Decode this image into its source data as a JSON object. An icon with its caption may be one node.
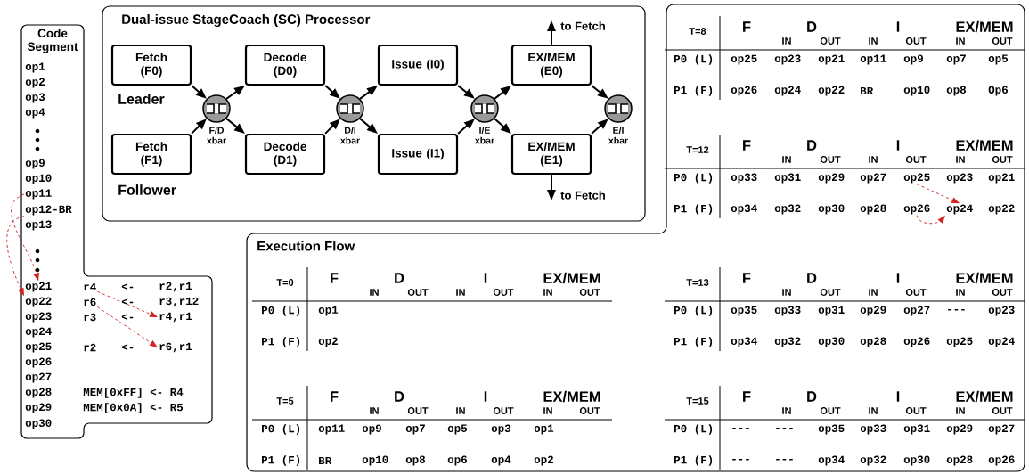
{
  "diagram": {
    "nodes": [
      {
        "text": [
          "Code Segment"
        ]
      },
      {
        "text": [
          "op1"
        ],
        "in": 0
      },
      {
        "text": [
          "op2"
        ],
        "in": 0
      },
      {
        "text": [
          "op3"
        ],
        "in": 0
      },
      {
        "text": [
          "op4"
        ],
        "in": 0
      },
      {
        "text": [
          "op9"
        ],
        "in": 0
      },
      {
        "text": [
          "op10"
        ],
        "in": 0
      },
      {
        "text": [
          "op11"
        ],
        "in": 0
      },
      {
        "text": [
          "op12-BR"
        ],
        "in": 0
      },
      {
        "text": [
          "op13"
        ],
        "in": 0
      },
      {
        "text": [
          "op21"
        ],
        "in": 0
      },
      {
        "text": [
          "op22"
        ],
        "in": 0
      },
      {
        "text": [
          "op23"
        ],
        "in": 0
      },
      {
        "text": [
          "op24"
        ],
        "in": 0
      },
      {
        "text": [
          "op25"
        ],
        "in": 0
      },
      {
        "text": [
          "op26"
        ],
        "in": 0
      },
      {
        "text": [
          "op27"
        ],
        "in": 0
      },
      {
        "text": [
          "op28"
        ],
        "in": 0
      },
      {
        "text": [
          "op29"
        ],
        "in": 0
      },
      {
        "text": [
          "op30"
        ],
        "in": 0
      },
      {
        "text": [
          "r4"
        ],
        "in": 0
      },
      {
        "text": [
          "r6"
        ],
        "in": 0
      },
      {
        "text": [
          "r4,r1"
        ],
        "in": 0
      },
      {
        "text": [
          "r6,r1"
        ],
        "in": 0
      },
      {
        "text": [
          "Dual-issue StageCoach (SC) Processor"
        ]
      },
      {
        "text": [
          "Fetch (F0)"
        ],
        "in": 24
      },
      {
        "text": [
          "Decode (D0)"
        ],
        "in": 24
      },
      {
        "text": [
          "Issue (I0)"
        ],
        "in": 24
      },
      {
        "text": [
          "EX/MEM (E0)"
        ],
        "in": 24
      },
      {
        "text": [
          "Fetch (F1)"
        ],
        "in": 24
      },
      {
        "text": [
          "Decode (D1)"
        ],
        "in": 24
      },
      {
        "text": [
          "Issue (I1)"
        ],
        "in": 24
      },
      {
        "text": [
          "EX/MEM (E1)"
        ],
        "in": 24
      },
      {
        "text": [],
        "shape": "circle",
        "beside": [
          "F/D xbar"
        ],
        "in": 24
      },
      {
        "text": [],
        "shape": "circle",
        "beside": [
          "D/I xbar"
        ],
        "in": 24
      },
      {
        "text": [],
        "shape": "circle",
        "beside": [
          "I/E xbar"
        ],
        "in": 24
      },
      {
        "text": [],
        "shape": "circle",
        "beside": [
          "E/I xbar"
        ],
        "in": 24
      },
      {
        "text": [
          "to Fetch"
        ],
        "in": 24
      },
      {
        "text": [
          "to Fetch"
        ],
        "in": 24
      },
      {
        "text": [
          "Execution Flow"
        ]
      },
      {
        "text": [
          "op25"
        ],
        "in": 39
      },
      {
        "text": [
          "op26"
        ],
        "in": 39
      },
      {
        "text": [
          "op24"
        ],
        "in": 39
      }
    ],
    "edges": [
      {
        "from": 7,
        "to": 10,
        "arrow": "to",
        "style": "dashed",
        "color": "#d42020"
      },
      {
        "from": 8,
        "to": 11,
        "arrow": "to",
        "style": "dashed",
        "color": "#d42020"
      },
      {
        "from": 20,
        "to": 22,
        "arrow": "to",
        "style": "dashed",
        "color": "#d42020"
      },
      {
        "from": 21,
        "to": 23,
        "arrow": "to",
        "style": "dashed",
        "color": "#d42020"
      },
      {
        "from": 25,
        "to": 33,
        "arrow": "to"
      },
      {
        "from": 29,
        "to": 33,
        "arrow": "to"
      },
      {
        "from": 33,
        "to": 26,
        "arrow": "to"
      },
      {
        "from": 33,
        "to": 30,
        "arrow": "to"
      },
      {
        "from": 26,
        "to": 34,
        "arrow": "to"
      },
      {
        "from": 30,
        "to": 34,
        "arrow": "to"
      },
      {
        "from": 34,
        "to": 27,
        "arrow": "to"
      },
      {
        "from": 34,
        "to": 31,
        "arrow": "to"
      },
      {
        "from": 27,
        "to": 35,
        "arrow": "to"
      },
      {
        "from": 31,
        "to": 35,
        "arrow": "to"
      },
      {
        "from": 35,
        "to": 28,
        "arrow": "to"
      },
      {
        "from": 35,
        "to": 32,
        "arrow": "to"
      },
      {
        "from": 28,
        "to": 36,
        "arrow": "to"
      },
      {
        "from": 32,
        "to": 36,
        "arrow": "to"
      },
      {
        "from": 28,
        "to": 37,
        "arrow": "to"
      },
      {
        "from": 32,
        "to": 38,
        "arrow": "to"
      },
      {
        "from": 40,
        "to": 42,
        "arrow": "to",
        "style": "dashed",
        "color": "#d42020"
      },
      {
        "from": 41,
        "to": 42,
        "arrow": "to",
        "style": "dashed",
        "color": "#d42020"
      }
    ],
    "labels": [
      "<-",
      "r2,r1",
      "<-",
      "r3,r12",
      "r3",
      "<-",
      "r2",
      "<-",
      "MEM[0xFF] <- R4",
      "MEM[0x0A] <- R5",
      "Leader",
      "Follower",
      "T=8",
      "F",
      "D",
      "I",
      "EX/MEM",
      "IN",
      "OUT",
      "IN",
      "OUT",
      "IN",
      "OUT",
      "P0 (L)",
      "op25",
      "op23",
      "op21",
      "op11",
      "op9",
      "op7",
      "op5",
      "P1 (F)",
      "op26",
      "op24",
      "op22",
      "BR",
      "op10",
      "op8",
      "Op6",
      "T=12",
      "F",
      "D",
      "I",
      "EX/MEM",
      "IN",
      "OUT",
      "IN",
      "OUT",
      "IN",
      "OUT",
      "P0 (L)",
      "op33",
      "op31",
      "op29",
      "op27",
      "op23",
      "op21",
      "P1 (F)",
      "op34",
      "op32",
      "op30",
      "op28",
      "op22",
      "T=0",
      "F",
      "D",
      "I",
      "EX/MEM",
      "IN",
      "OUT",
      "IN",
      "OUT",
      "IN",
      "OUT",
      "P0 (L)",
      "op1",
      "P1 (F)",
      "op2",
      "T=5",
      "F",
      "D",
      "I",
      "EX/MEM",
      "IN",
      "OUT",
      "IN",
      "OUT",
      "IN",
      "OUT",
      "P0 (L)",
      "op11",
      "op9",
      "op7",
      "op5",
      "op3",
      "op1",
      "P1 (F)",
      "BR",
      "op10",
      "op8",
      "op6",
      "op4",
      "op2",
      "T=13",
      "F",
      "D",
      "I",
      "EX/MEM",
      "IN",
      "OUT",
      "IN",
      "OUT",
      "IN",
      "OUT",
      "P0 (L)",
      "op35",
      "op33",
      "op31",
      "op29",
      "op27",
      "---",
      "op23",
      "P1 (F)",
      "op34",
      "op32",
      "op30",
      "op28",
      "op26",
      "op25",
      "op24",
      "T=15",
      "F",
      "D",
      "I",
      "EX/MEM",
      "IN",
      "OUT",
      "IN",
      "OUT",
      "IN",
      "OUT",
      "P0 (L)",
      "---",
      "---",
      "op35",
      "op33",
      "op31",
      "op29",
      "op27",
      "P1 (F)",
      "---",
      "---",
      "op34",
      "op32",
      "op30",
      "op28",
      "op26"
    ]
  }
}
